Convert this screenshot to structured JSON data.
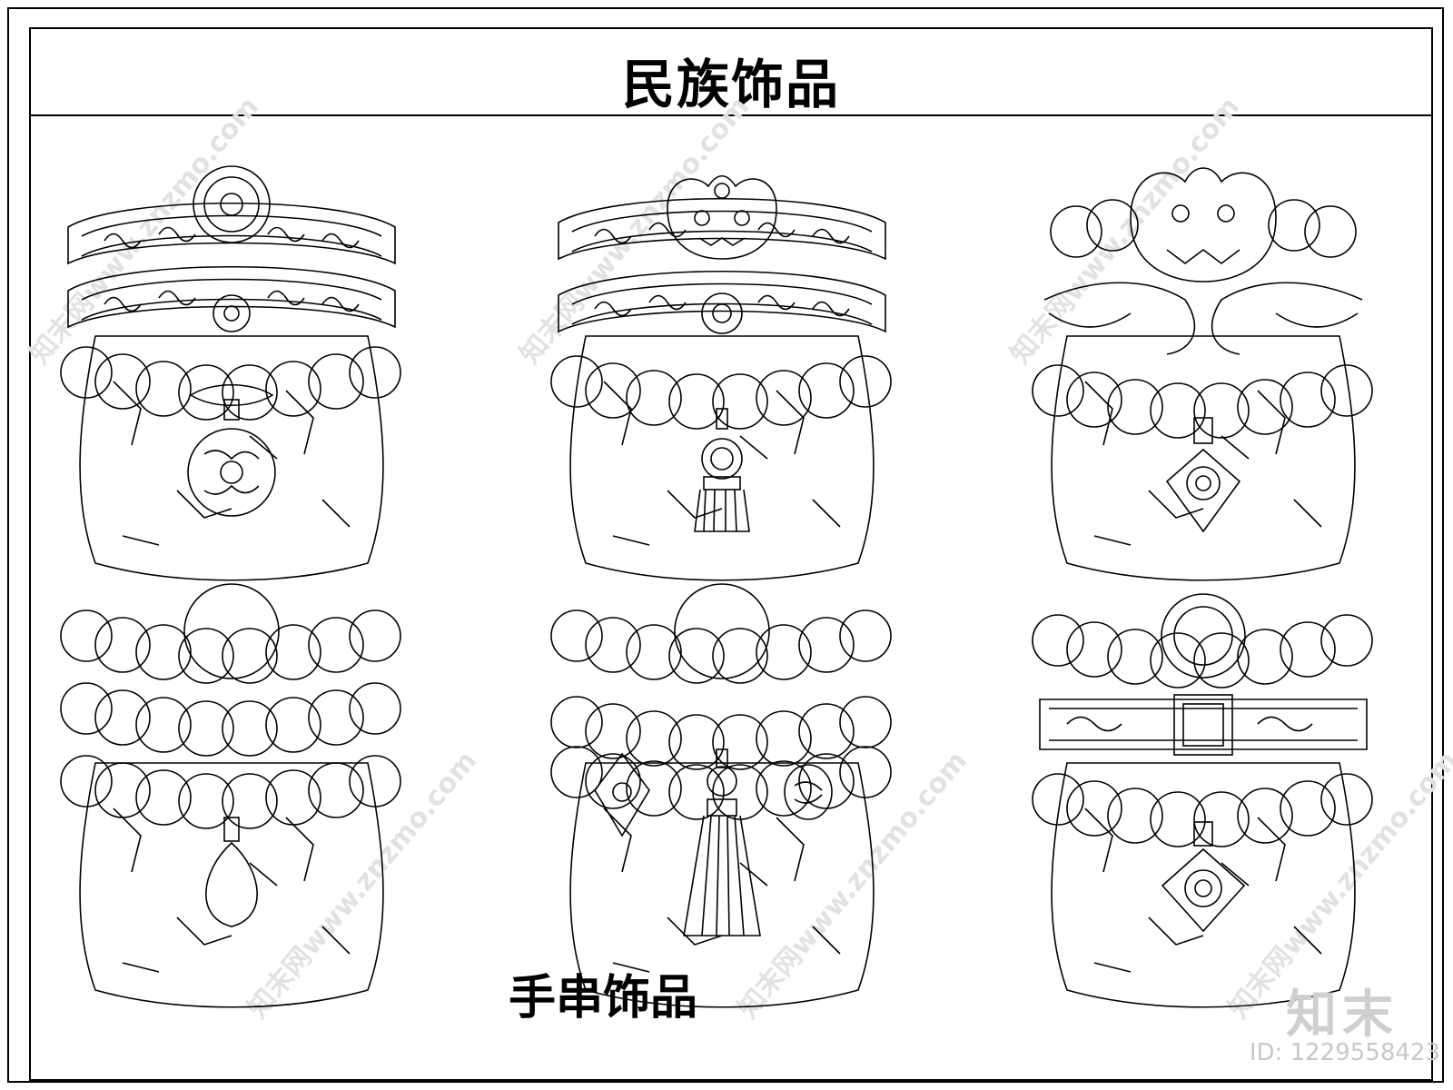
{
  "title": "民族饰品",
  "caption": "手串饰品",
  "watermark_logo": "知末",
  "image_id_label": "ID: 1229558423",
  "watermark_text": "知末网www.znzmo.com",
  "items": [
    {
      "name": "bracelet-set-1",
      "pendant": "round-floral"
    },
    {
      "name": "bracelet-set-2",
      "pendant": "tassel"
    },
    {
      "name": "bracelet-set-3",
      "pendant": "ornate-medallion"
    },
    {
      "name": "bracelet-set-4",
      "pendant": "teardrop"
    },
    {
      "name": "bracelet-set-5",
      "pendant": "triple-charm-tassel"
    },
    {
      "name": "bracelet-set-6",
      "pendant": "diamond-medallion"
    }
  ]
}
